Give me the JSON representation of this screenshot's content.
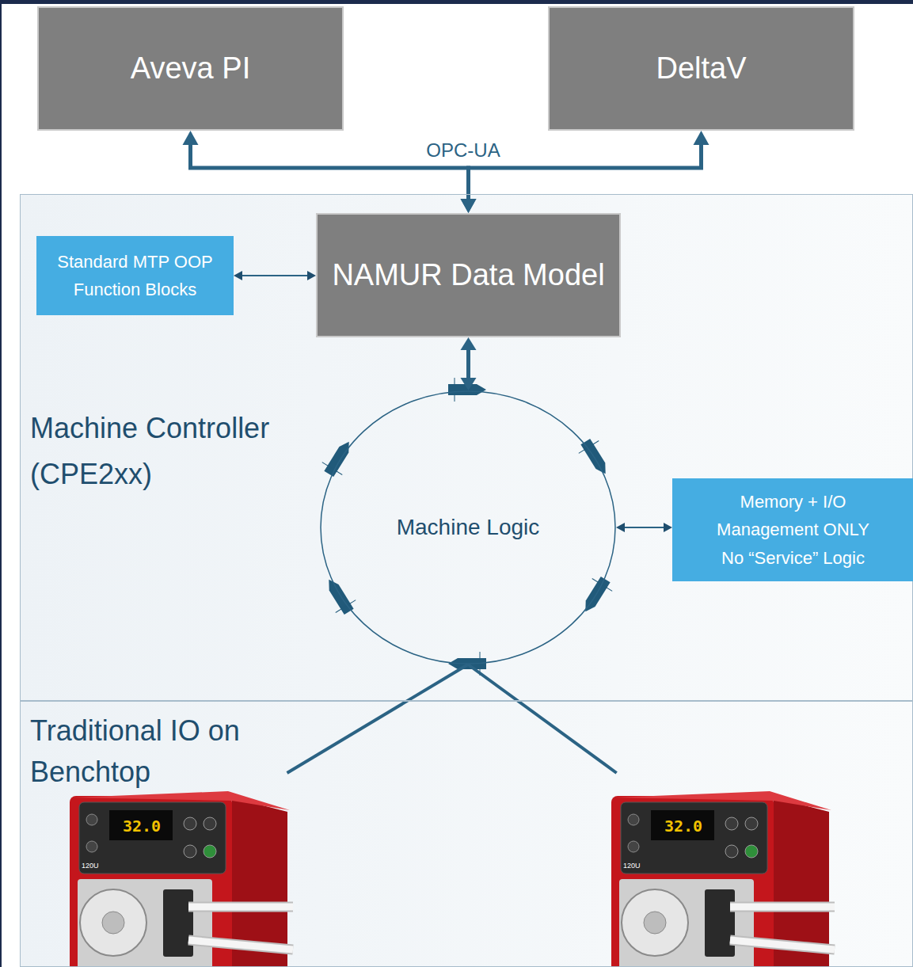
{
  "diagram": {
    "nodes": [
      {
        "text": [
          "Aveva PI"
        ]
      },
      {
        "text": [
          "DeltaV"
        ]
      },
      {
        "text": [
          "Machine Controller (CPE2xx)"
        ]
      },
      {
        "text": [
          "Standard MTP OOP Function Blocks"
        ],
        "in": 2
      },
      {
        "text": [
          "NAMUR Data Model"
        ],
        "in": 2
      },
      {
        "text": [
          "Machine Logic"
        ],
        "in": 2
      },
      {
        "text": [
          "Memory + I/O Management ONLY No “Service” Logic"
        ],
        "in": 2
      },
      {
        "text": [
          "Traditional IO on Benchtop"
        ]
      },
      {
        "text": [
          "32.0",
          "120U"
        ],
        "in": 7
      },
      {
        "text": [
          "32.0",
          "120U"
        ],
        "in": 7
      }
    ],
    "edges": [
      {
        "from": 4,
        "to": 0,
        "arrow": "both"
      },
      {
        "from": 4,
        "to": 1,
        "arrow": "both"
      },
      {
        "from": 3,
        "to": 4,
        "arrow": "both"
      },
      {
        "from": 4,
        "to": 5,
        "arrow": "both"
      },
      {
        "from": 5,
        "to": 6,
        "arrow": "both"
      },
      {
        "from": 5,
        "to": 8,
        "arrow": "none"
      },
      {
        "from": 5,
        "to": 9,
        "arrow": "none"
      }
    ],
    "labels": [
      "OPC-UA"
    ]
  }
}
